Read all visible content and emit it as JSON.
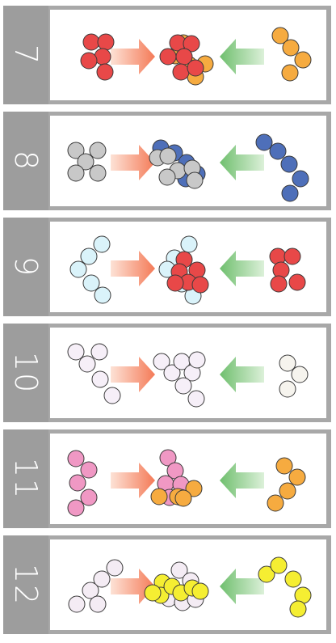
{
  "colors": {
    "frame": "#a8a8a8",
    "number_strip": "#9d9d9d",
    "number_text": "#ffffff",
    "board": "#ffffff",
    "bead_outline": "#3a3a3a",
    "arrow_left_dark": "#f47a57",
    "arrow_left_light": "#fde2d6",
    "arrow_right_dark": "#6fbf6e",
    "arrow_right_light": "#dcf0d9"
  },
  "panels": [
    {
      "label": "7",
      "colors": {
        "left": "#e84848",
        "right": "#f6ab40"
      }
    },
    {
      "label": "8",
      "colors": {
        "left": "#c8c8c8",
        "right": "#4e6fb9"
      }
    },
    {
      "label": "9",
      "colors": {
        "left": "#daf3fa",
        "right": "#e84848"
      }
    },
    {
      "label": "10",
      "colors": {
        "left": "#f6eff8",
        "right": "#f6f4ee"
      }
    },
    {
      "label": "11",
      "colors": {
        "left": "#f098c4",
        "right": "#f6ab40"
      }
    },
    {
      "label": "12",
      "colors": {
        "left": "#f4ecf4",
        "right": "#f5ee32"
      }
    }
  ]
}
